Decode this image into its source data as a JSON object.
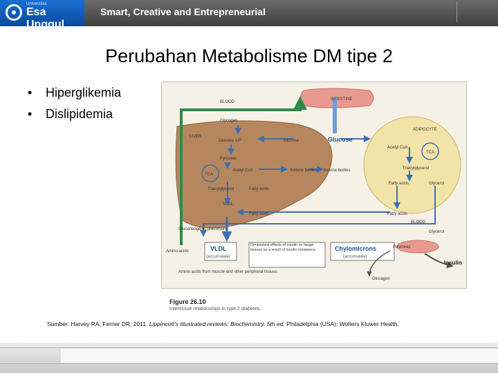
{
  "header": {
    "logo_small": "Universitas",
    "logo_text": "Esa Unggul",
    "tagline": "Smart, Creative and Entrepreneurial"
  },
  "slide": {
    "title": "Perubahan Metabolisme DM tipe 2",
    "bullets": [
      "Hiperglikemia",
      "Dislipidemia"
    ]
  },
  "figure": {
    "labels": {
      "blood": "BLOOD",
      "blood2": "BLOOD",
      "intestine": "INTESTINE",
      "adipocyte": "ADIPOCYTE",
      "liver": "LIVER",
      "glycogen": "Glycogen",
      "glucose6p": "Glucose 6-P",
      "glucose_small": "Glucose",
      "glucose_big": "Glucose",
      "pyruvate": "Pyruvate",
      "acetyl_liver": "Acetyl CoA",
      "tca_liver": "TCA",
      "ketone_liver": "Ketone bodies",
      "ketone_blood": "Ketone bodies",
      "triacylglycerol_liver": "Triacylglycerol",
      "fatty_liver": "Fatty acids",
      "vldl_liver": "VLDL",
      "fatty_blood": "Fatty acids",
      "acetyl_adipo": "Acetyl CoA",
      "tca_adipo": "TCA",
      "triacylglycerol_adipo": "Triacylglycerol",
      "fatty_adipo": "Fatty acids",
      "glycerol_adipo": "Glycerol",
      "fatty_blood2": "Fatty acids",
      "glycerol_blood": "Glycerol",
      "gluconeogenic": "Gluconeogenic precursors",
      "amino_acids": "Amino acids",
      "amino_muscle": "Amino acids from muscle and other peripheral tissues",
      "vldl_box": "VLDL",
      "vldl_accumulate": "(accumulate)",
      "diminished": "Diminished effects of insulin on target tissues as a result of insulin resistance.",
      "chylo": "Chylomicrons",
      "chylo_accumulate": "(accumulate)",
      "pancreas": "Pancreas",
      "insulin": "Insulin",
      "glucagon": "Glucagon"
    },
    "figure_number": "Figure 26.10",
    "figure_caption": "Intertissue relationships in type 2 diabetes."
  },
  "source": {
    "prefix": "Sumber: Harvey RA, Ferrier DR. 2011. ",
    "book": "Lippincott's Illustrated reviews: Biochemistry. 5th ed.",
    "suffix": " Philadelphia (USA): Wolters Kluwer Health."
  }
}
